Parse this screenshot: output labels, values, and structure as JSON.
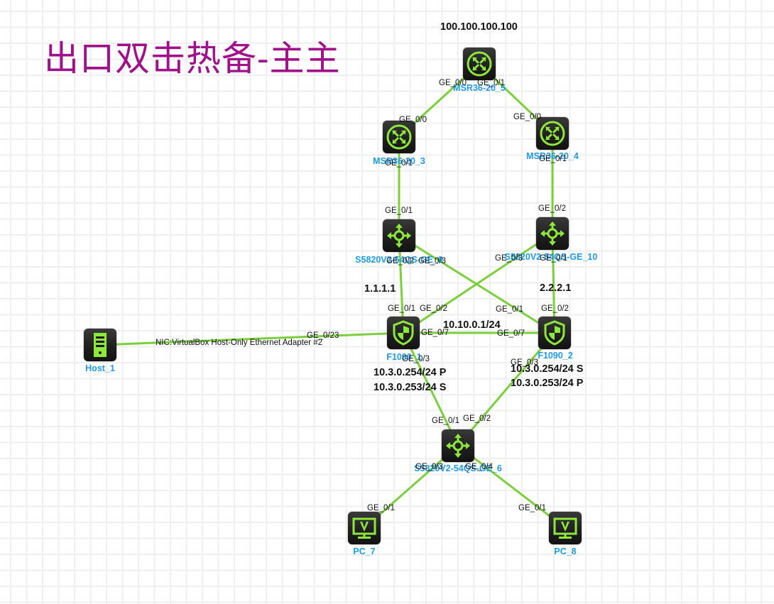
{
  "diagram": {
    "title": "出口双击热备-主主",
    "colors": {
      "title": "#a0108a",
      "link": "#7ccf3c",
      "device_glyph": "#8ee83a",
      "node_label": "#1e9be8",
      "grid": "#efefef"
    },
    "nodes": [
      {
        "id": "msr5",
        "label": "MSR36-20_5",
        "type": "router",
        "icon": "router-icon"
      },
      {
        "id": "msr3",
        "label": "MSR36-20_3",
        "type": "router",
        "icon": "router-icon"
      },
      {
        "id": "msr4",
        "label": "MSR36-20_4",
        "type": "router",
        "icon": "router-icon"
      },
      {
        "id": "sw8",
        "label": "S5820V2-54QS-GE_9",
        "type": "switch",
        "icon": "switch-icon"
      },
      {
        "id": "sw10",
        "label": "S5820V2-54QS-GE_10",
        "type": "switch",
        "icon": "switch-icon"
      },
      {
        "id": "fw1",
        "label": "F1090_1",
        "type": "firewall",
        "icon": "firewall-icon"
      },
      {
        "id": "fw2",
        "label": "F1090_2",
        "type": "firewall",
        "icon": "firewall-icon"
      },
      {
        "id": "sw6",
        "label": "S5820V2-54QS-GE_6",
        "type": "switch",
        "icon": "switch-icon"
      },
      {
        "id": "host1",
        "label": "Host_1",
        "type": "host",
        "icon": "host-icon"
      },
      {
        "id": "pc7",
        "label": "PC_7",
        "type": "pc",
        "icon": "pc-icon"
      },
      {
        "id": "pc8",
        "label": "PC_8",
        "type": "pc",
        "icon": "pc-icon"
      }
    ],
    "links": [
      {
        "from": "msr5",
        "to": "msr3",
        "from_port": "GE_0/0",
        "to_port": "GE_0/0"
      },
      {
        "from": "msr5",
        "to": "msr4",
        "from_port": "GE_0/1",
        "to_port": "GE_0/0"
      },
      {
        "from": "msr3",
        "to": "sw8",
        "from_port": "GE_0/1",
        "to_port": "GE_0/1"
      },
      {
        "from": "msr4",
        "to": "sw10",
        "from_port": "GE_0/1",
        "to_port": "GE_0/2"
      },
      {
        "from": "sw8",
        "to": "fw1",
        "from_port": "GE_0/2",
        "to_port": "GE_0/1"
      },
      {
        "from": "sw8",
        "to": "fw2",
        "from_port": "GE_0/3",
        "to_port": "GE_0/1"
      },
      {
        "from": "sw10",
        "to": "fw1",
        "from_port": "GE_0/3",
        "to_port": "GE_0/2"
      },
      {
        "from": "sw10",
        "to": "fw2",
        "from_port": "GE_0/1",
        "to_port": "GE_0/2"
      },
      {
        "from": "fw1",
        "to": "fw2",
        "from_port": "GE_0/7",
        "to_port": "GE_0/7"
      },
      {
        "from": "host1",
        "to": "fw1",
        "from_port": "NIC:VirtualBox Host-Only Ethernet Adapter #2",
        "to_port": "GE_0/23"
      },
      {
        "from": "fw1",
        "to": "sw6",
        "from_port": "GE_0/3",
        "to_port": "GE_0/1"
      },
      {
        "from": "fw2",
        "to": "sw6",
        "from_port": "GE_0/3",
        "to_port": "GE_0/2"
      },
      {
        "from": "sw6",
        "to": "pc7",
        "from_port": "GE_0/3",
        "to_port": "GE_0/1"
      },
      {
        "from": "sw6",
        "to": "pc8",
        "from_port": "GE_0/4",
        "to_port": "GE_0/1"
      }
    ],
    "annotations": {
      "msr5_ip": "100.100.100.100",
      "fw1_loopback": "1.1.1.1",
      "fw2_loopback": "2.2.2.1",
      "fw_interlink": "10.10.0.1/24",
      "fw1_vip_1": "10.3.0.254/24 P",
      "fw1_vip_2": "10.3.0.253/24 S",
      "fw2_vip_1": "10.3.0.254/24 S",
      "fw2_vip_2": "10.3.0.253/24 P"
    }
  }
}
